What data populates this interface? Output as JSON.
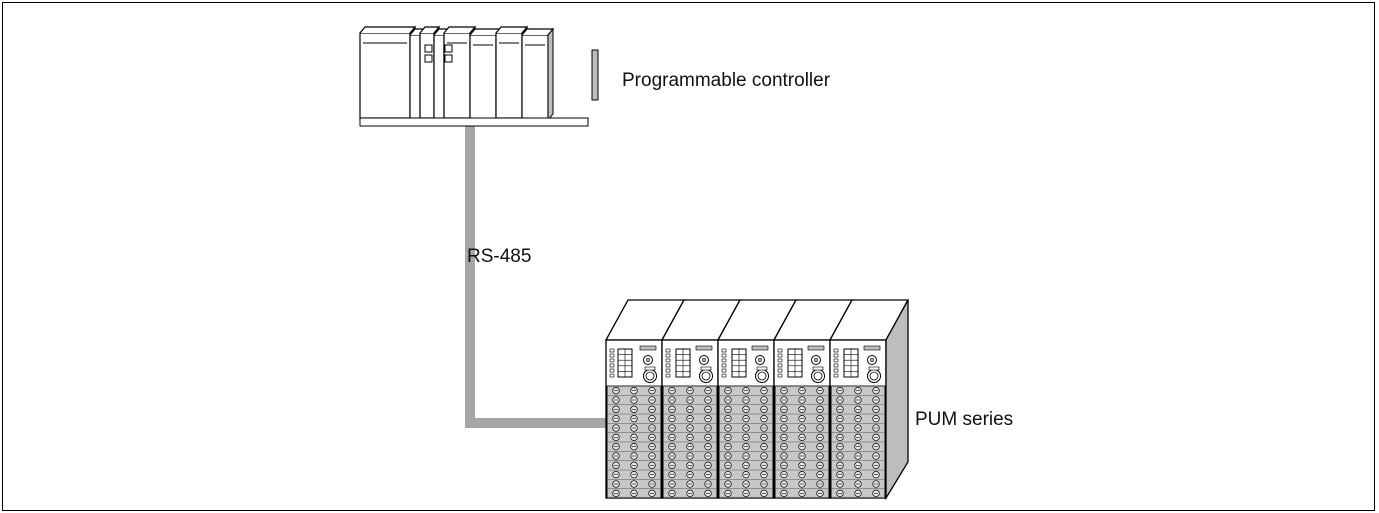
{
  "labels": {
    "plc": "Programmable controller",
    "link": "RS-485",
    "pum": "PUM series"
  },
  "colors": {
    "cable": "#a6a6a6",
    "device_face": "#ffffff",
    "shade": "#bdbdbd",
    "terminal": "#c8c8c8",
    "outline": "#000000"
  },
  "plc_modules": 8,
  "pum_modules": 5
}
